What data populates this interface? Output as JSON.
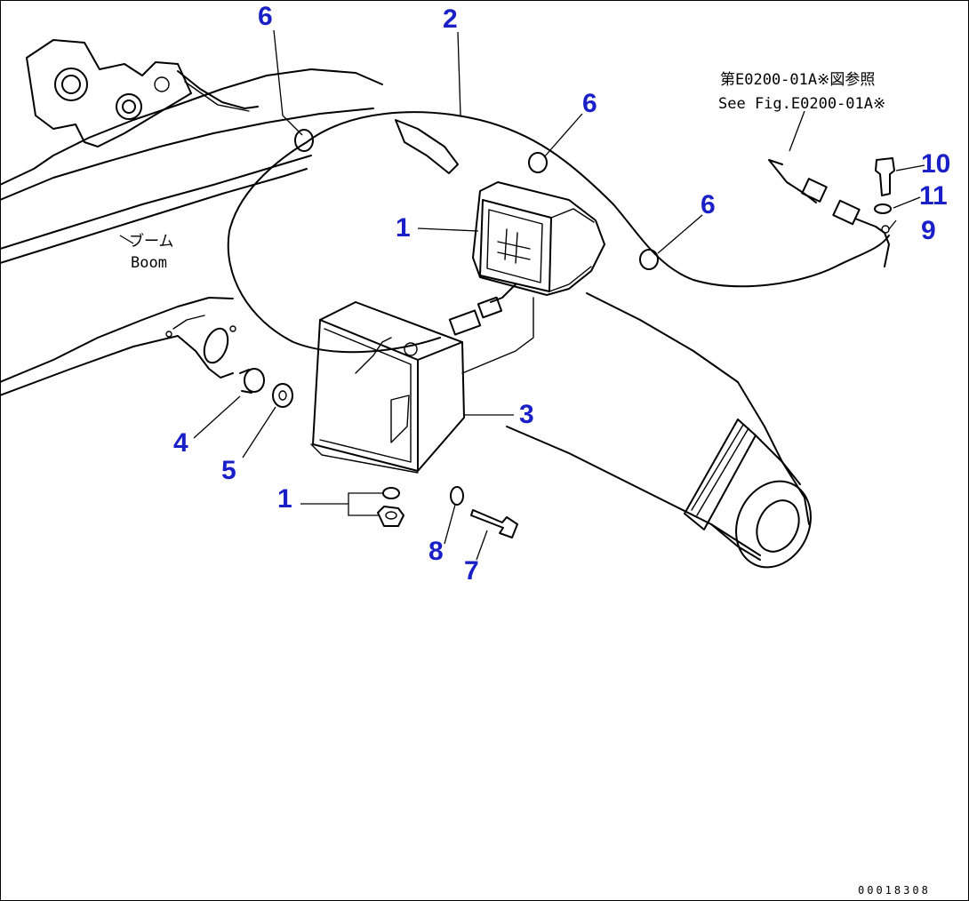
{
  "boom_label": {
    "japanese": "ブーム",
    "english": "Boom"
  },
  "reference_note": {
    "japanese": "第E0200-01A※図参照",
    "english": "See Fig.E0200-01A※"
  },
  "callouts": {
    "lamp": "1",
    "wire_harness": "2",
    "lamp_case": "3",
    "spacer": "4",
    "washer_5": "5",
    "clip_top": "6",
    "clip_upper_right": "6",
    "clip_right": "6",
    "bolt_7": "7",
    "washer_8": "8",
    "nut_washer": "1",
    "connector_9": "9",
    "bolt_10": "10",
    "washer_11": "11"
  },
  "document_id": "00018308",
  "colors": {
    "callout": "#1a20c8",
    "line": "#000000",
    "background": "#ffffff"
  }
}
